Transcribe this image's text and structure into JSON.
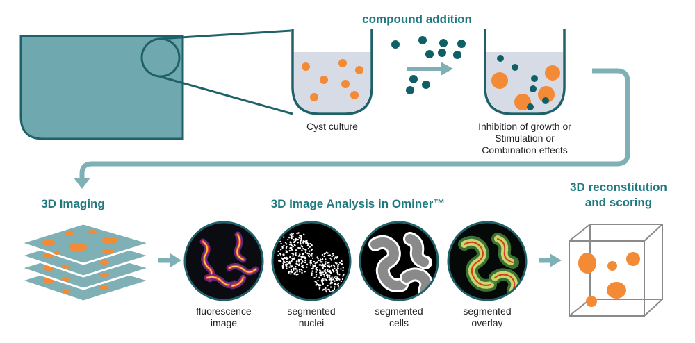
{
  "colors": {
    "teal": "#1f7a80",
    "dark_teal": "#0f5f66",
    "light_teal": "#6fa8ae",
    "arrow_teal": "#7fb0b5",
    "orange": "#f28a36",
    "well_fill": "#d7dbe6",
    "text": "#222222"
  },
  "top": {
    "compound_addition": "compound addition",
    "cyst_culture": "Cyst culture",
    "effects": [
      "Inhibition of growth or",
      "Stimulation or",
      "Combination effects"
    ]
  },
  "headings": {
    "imaging": "3D Imaging",
    "analysis": "3D Image Analysis in Ominer™",
    "reconstitution": [
      "3D reconstitution",
      "and scoring"
    ]
  },
  "panels": [
    {
      "line1": "fluorescence",
      "line2": "image",
      "icon": "fluorescence-image"
    },
    {
      "line1": "segmented",
      "line2": "nuclei",
      "icon": "segmented-nuclei"
    },
    {
      "line1": "segmented",
      "line2": "cells",
      "icon": "segmented-cells"
    },
    {
      "line1": "segmented",
      "line2": "overlay",
      "icon": "segmented-overlay"
    }
  ]
}
